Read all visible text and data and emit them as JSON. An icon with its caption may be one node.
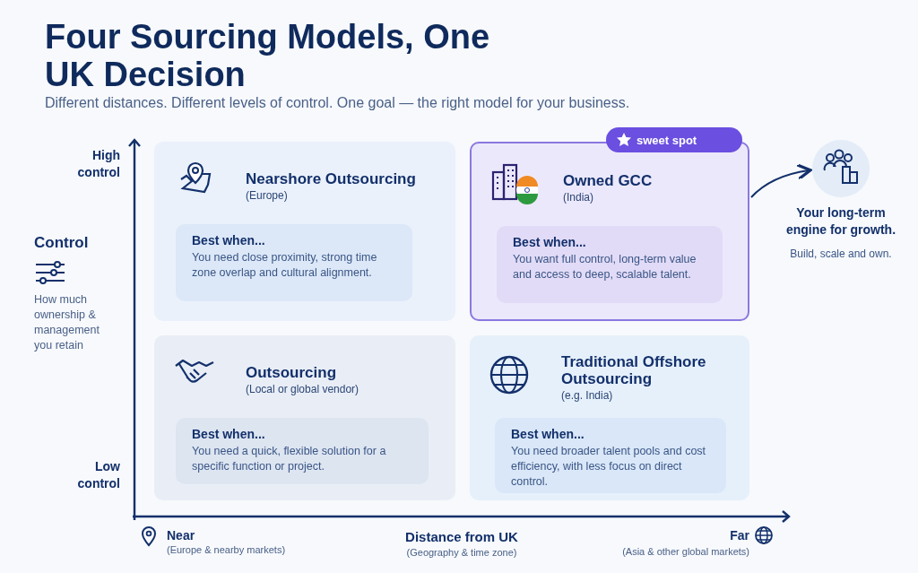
{
  "diagram": {
    "title": "Four Sourcing Models, One UK Decision",
    "nodes": [
      {
        "text": [
          "Nearshore Outsourcing",
          "(Europe)"
        ]
      },
      {
        "text": [
          "Best when...",
          "You need close proximity, strong time zone overlap and cultural alignment."
        ],
        "in": 0
      },
      {
        "text": [
          "Owned GCC",
          "(India)"
        ]
      },
      {
        "text": [
          "sweet spot"
        ]
      },
      {
        "text": [
          "Best when...",
          "You want full control, long-term value and access to deep, scalable talent."
        ],
        "in": 2
      },
      {
        "text": [],
        "shape": "circle",
        "beside": [
          "Your long-term engine for growth.",
          "Build, scale and own."
        ]
      },
      {
        "text": [
          "Outsourcing",
          "(Local or global vendor)"
        ]
      },
      {
        "text": [
          "Best when...",
          "You need a quick, flexible solution for a specific function or project."
        ],
        "in": 6
      },
      {
        "text": [
          "Traditional Offshore Outsourcing",
          "(e.g. India)"
        ]
      },
      {
        "text": [
          "Best when...",
          "You need broader talent pools and cost efficiency, with less focus on direct control."
        ],
        "in": 8
      }
    ],
    "edges": [
      {
        "from": 2,
        "to": 5,
        "arrow": "to"
      }
    ],
    "labels": [
      "Different distances. Different levels of control. One goal — the right model for your business.",
      "High control",
      "Control",
      "How much ownership & management you retain",
      "Low control",
      "Near",
      "(Europe & nearby markets)",
      "Distance from UK",
      "(Geography & time zone)",
      "Far",
      "(Asia & other global markets)"
    ]
  }
}
